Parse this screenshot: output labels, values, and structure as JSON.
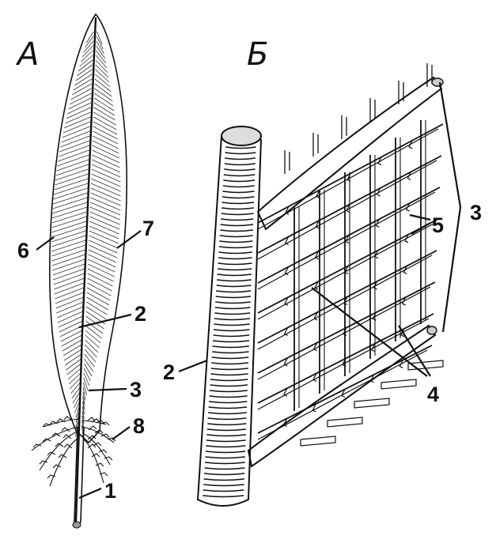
{
  "panels": {
    "a": {
      "letter": "А"
    },
    "b": {
      "letter": "Б"
    }
  },
  "labels_a": {
    "calamus": "1",
    "rachis": "2",
    "vane": "3",
    "outer_edge": "6",
    "inner_edge": "7",
    "down": "8"
  },
  "labels_b": {
    "rachis": "2",
    "barbs": "3",
    "barbules": "4",
    "hooks": "5"
  },
  "colors": {
    "ink": "#111111",
    "paper": "#ffffff"
  }
}
